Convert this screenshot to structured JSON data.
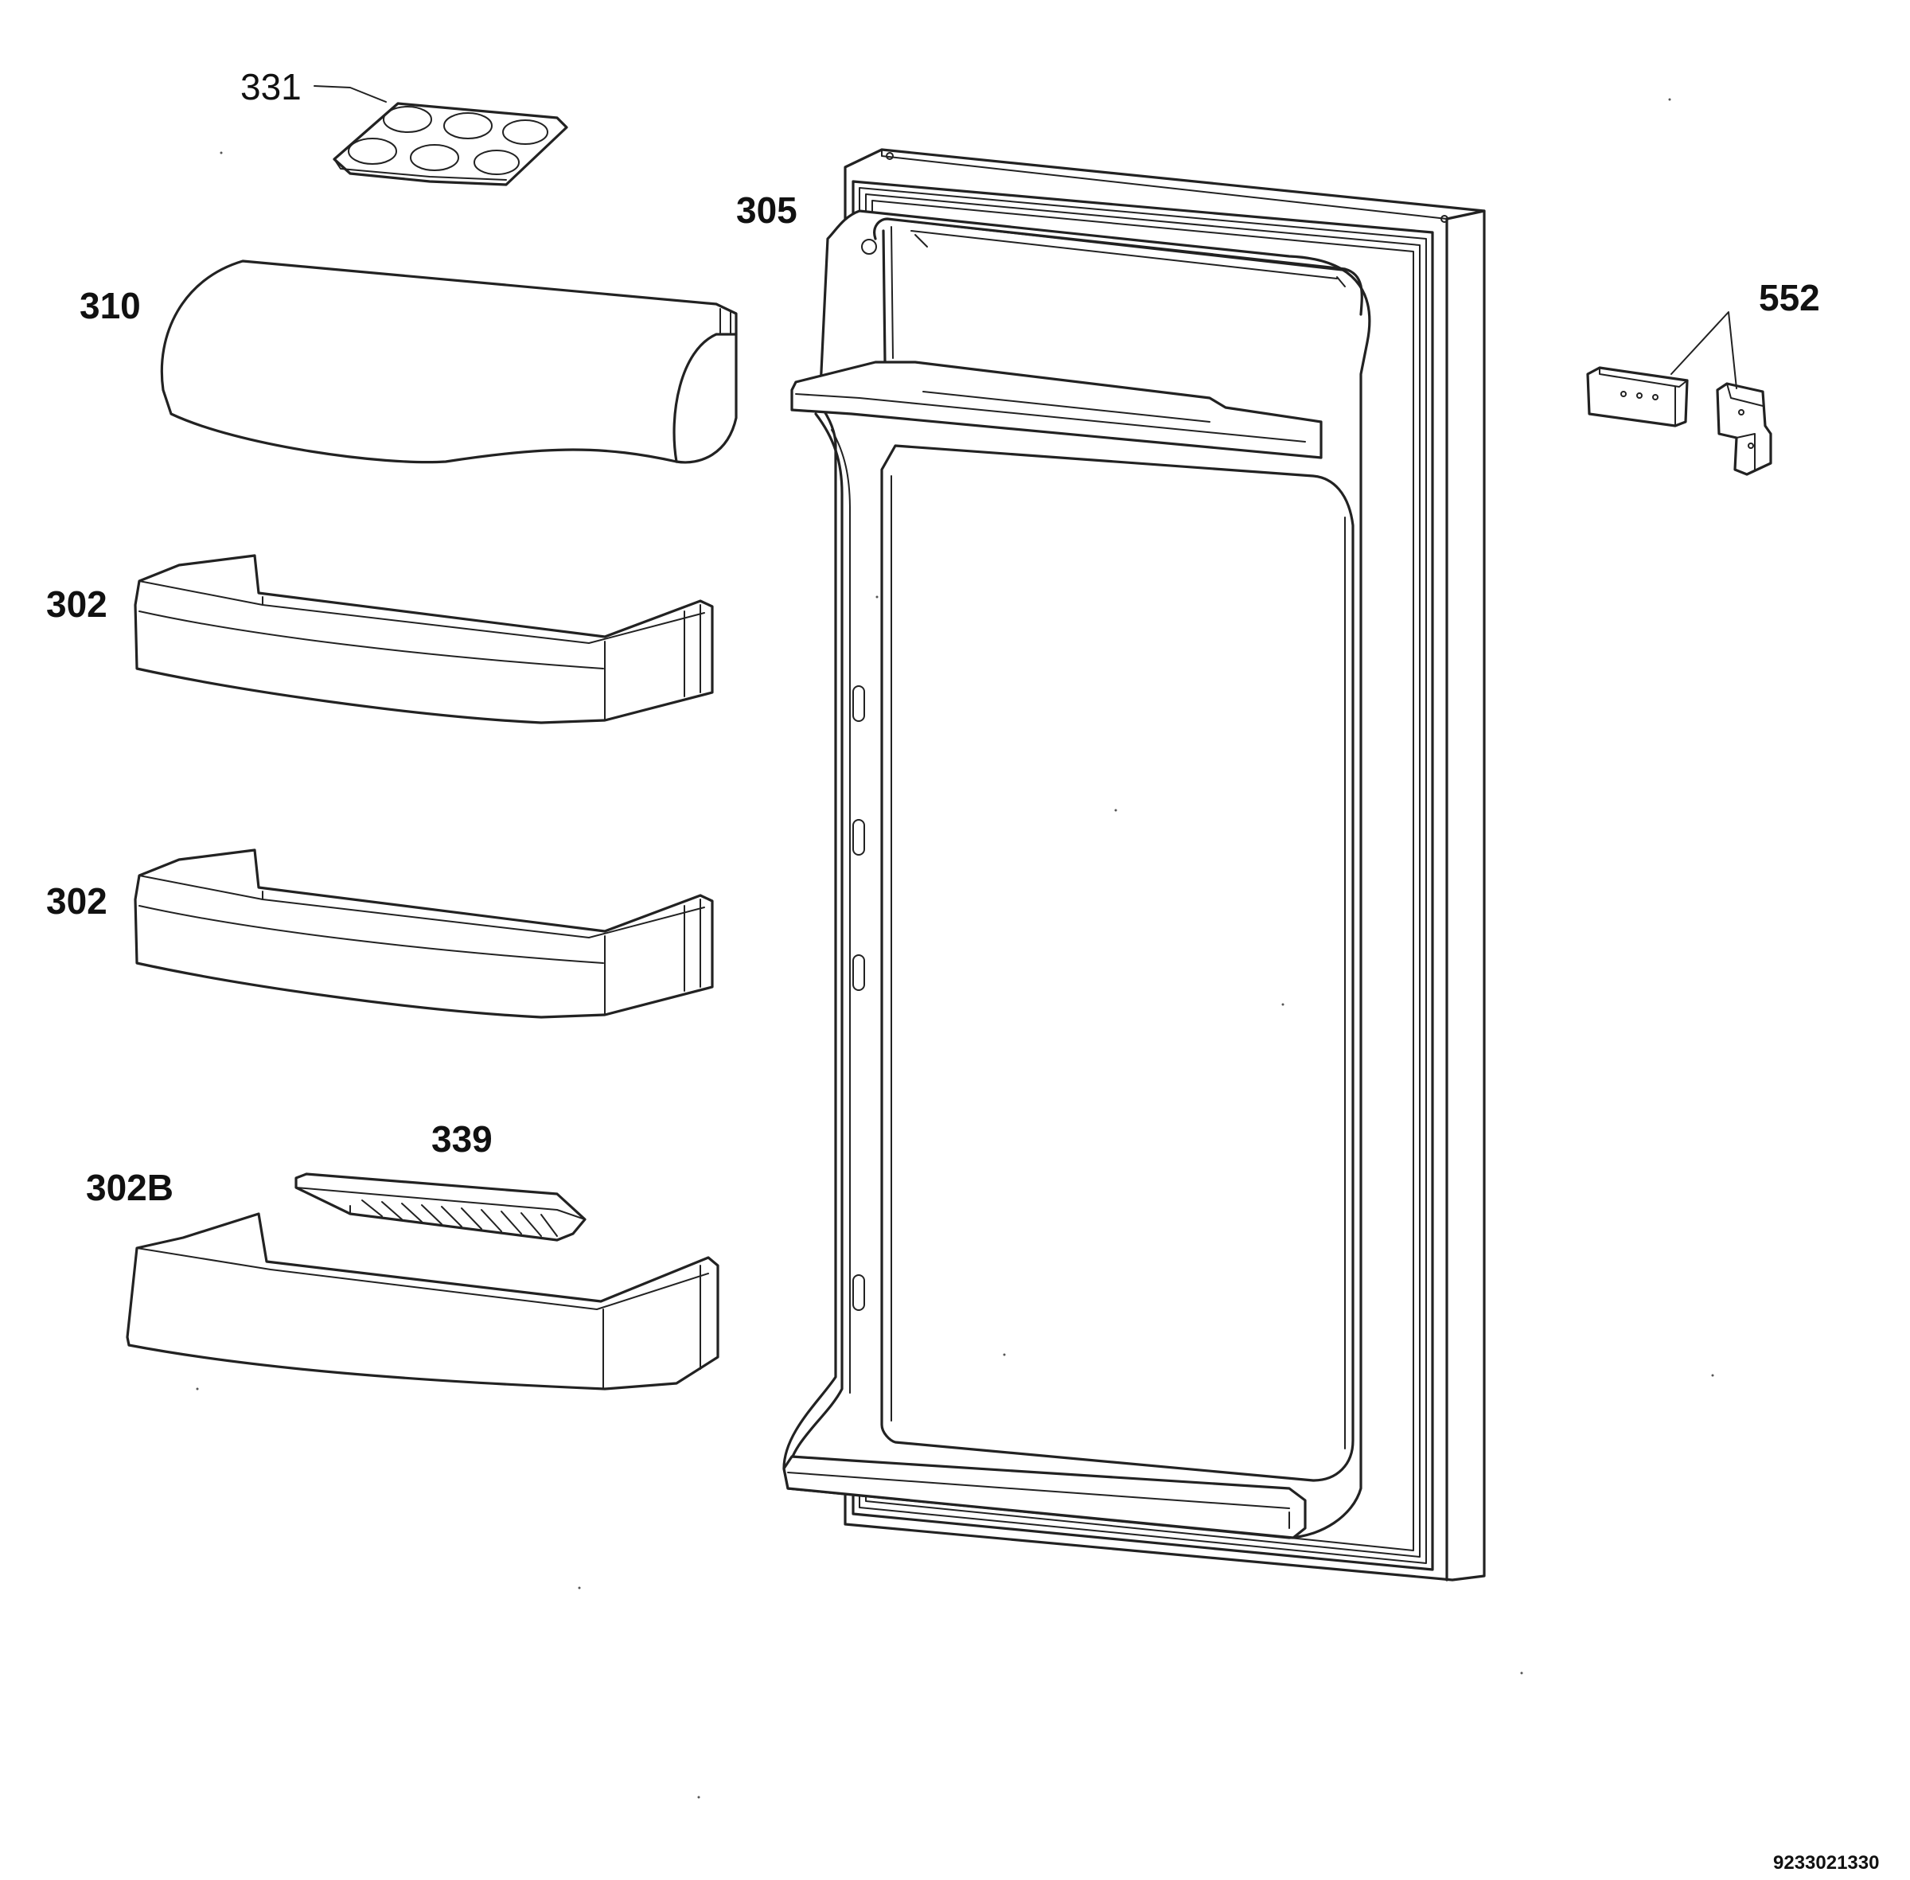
{
  "parts": [
    {
      "id": "331",
      "name": "egg-tray"
    },
    {
      "id": "310",
      "name": "dairy-compartment-lid"
    },
    {
      "id": "302",
      "name": "door-shelf-upper"
    },
    {
      "id": "302",
      "name": "door-shelf-middle"
    },
    {
      "id": "339",
      "name": "bottle-retainer"
    },
    {
      "id": "302B",
      "name": "door-shelf-bottom"
    },
    {
      "id": "305",
      "name": "door-assembly"
    },
    {
      "id": "552",
      "name": "hinge-bracket-set"
    }
  ],
  "drawing_code": "9233021330",
  "line_color": "#222222",
  "background_color": "#ffffff"
}
